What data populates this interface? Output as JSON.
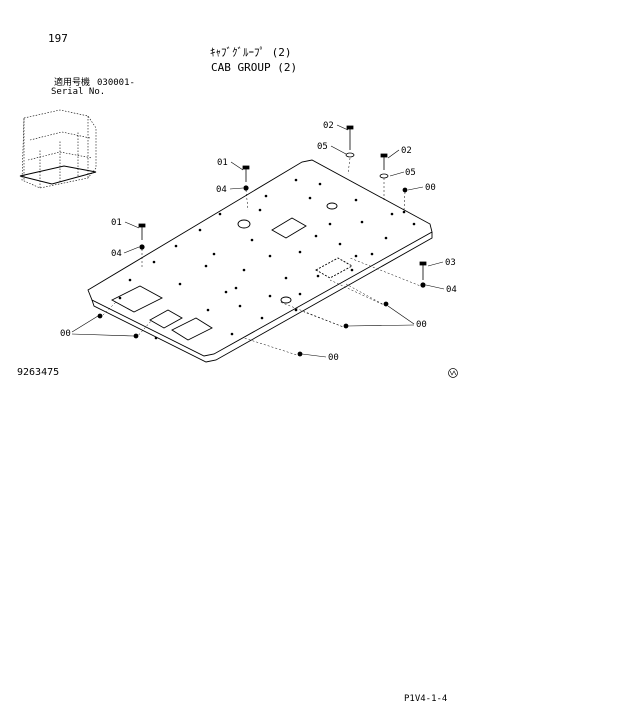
{
  "header": {
    "page_number": "197",
    "title_jp": "ｷｬﾌﾞｸﾞﾙｰﾌﾟ (2)",
    "title_en": "CAB GROUP (2)",
    "serial_label_jp": "適用号機",
    "serial_value": "030001-",
    "serial_label_en": "Serial No."
  },
  "drawing_number": "9263475",
  "footer_code": "P1V4-1-4",
  "callouts": {
    "c02a": "02",
    "c05a": "05",
    "c02b": "02",
    "c05b": "05",
    "c01a": "01",
    "c04a": "04",
    "c00a": "00",
    "c01b": "01",
    "c04b": "04",
    "c03": "03",
    "c04c": "04",
    "c00b": "00",
    "c00c": "00",
    "c00d": "00"
  },
  "colors": {
    "ink": "#000000",
    "paper": "#ffffff"
  },
  "icons": [
    "machine-thumbnail-icon",
    "orientation-mark-icon"
  ]
}
